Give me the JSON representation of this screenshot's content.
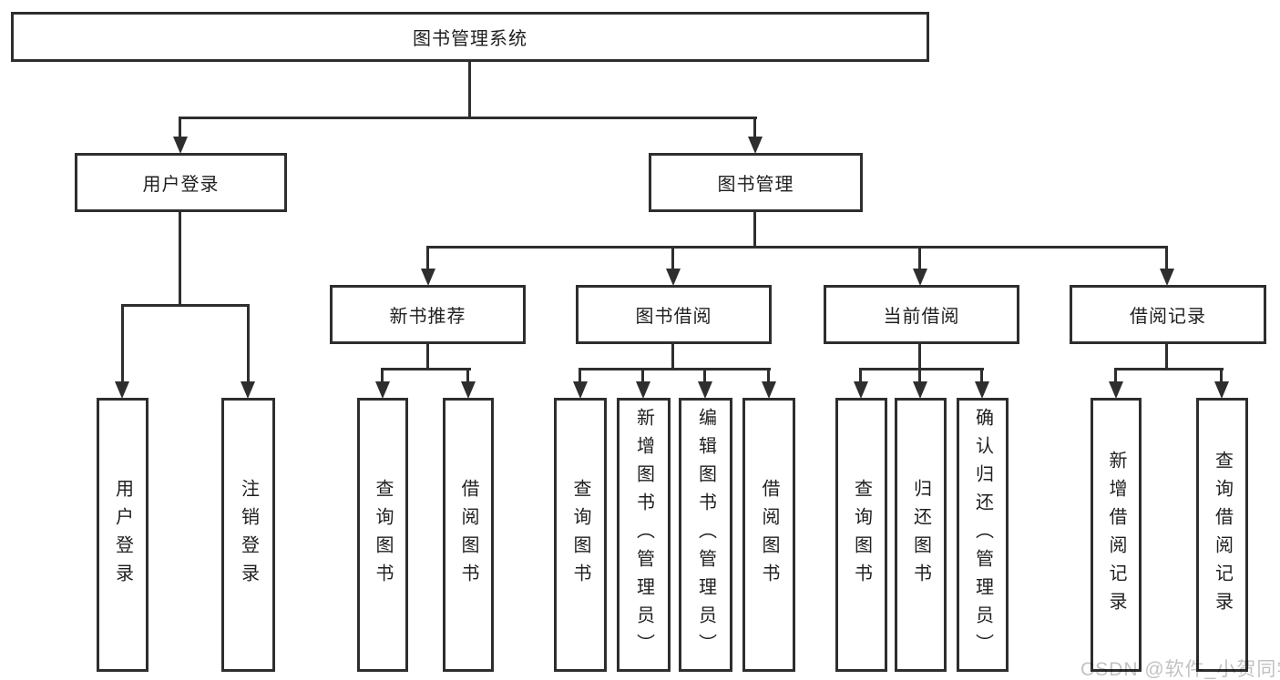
{
  "nodes": {
    "root": {
      "label": "图书管理系统"
    },
    "user_login": {
      "label": "用户登录"
    },
    "book_mgmt": {
      "label": "图书管理"
    },
    "new_book_rec": {
      "label": "新书推荐"
    },
    "book_borrow": {
      "label": "图书借阅"
    },
    "current_borrow": {
      "label": "当前借阅"
    },
    "borrow_records": {
      "label": "借阅记录"
    },
    "leaf_login": {
      "label": "用户登录"
    },
    "leaf_logout": {
      "label": "注销登录"
    },
    "leaf_rec_query": {
      "label": "查询图书"
    },
    "leaf_rec_borrow": {
      "label": "借阅图书"
    },
    "leaf_bb_query": {
      "label": "查询图书"
    },
    "leaf_bb_add": {
      "label": "新增图书（管理员）"
    },
    "leaf_bb_edit": {
      "label": "编辑图书（管理员）"
    },
    "leaf_bb_borrow": {
      "label": "借阅图书"
    },
    "leaf_cb_query": {
      "label": "查询图书"
    },
    "leaf_cb_return": {
      "label": "归还图书"
    },
    "leaf_cb_confirm": {
      "label": "确认归还（管理员）"
    },
    "leaf_br_add": {
      "label": "新增借阅记录"
    },
    "leaf_br_query": {
      "label": "查询借阅记录"
    }
  },
  "hierarchy": {
    "图书管理系统": {
      "用户登录": [
        "用户登录",
        "注销登录"
      ],
      "图书管理": {
        "新书推荐": [
          "查询图书",
          "借阅图书"
        ],
        "图书借阅": [
          "查询图书",
          "新增图书（管理员）",
          "编辑图书（管理员）",
          "借阅图书"
        ],
        "当前借阅": [
          "查询图书",
          "归还图书",
          "确认归还（管理员）"
        ],
        "借阅记录": [
          "新增借阅记录",
          "查询借阅记录"
        ]
      }
    }
  },
  "watermark": {
    "text": "CSDN @软件_小贺同学"
  },
  "colors": {
    "line": "#2e2e2e",
    "text": "#1f1f1f",
    "watermark": "#c2c2c2",
    "background": "#ffffff"
  }
}
